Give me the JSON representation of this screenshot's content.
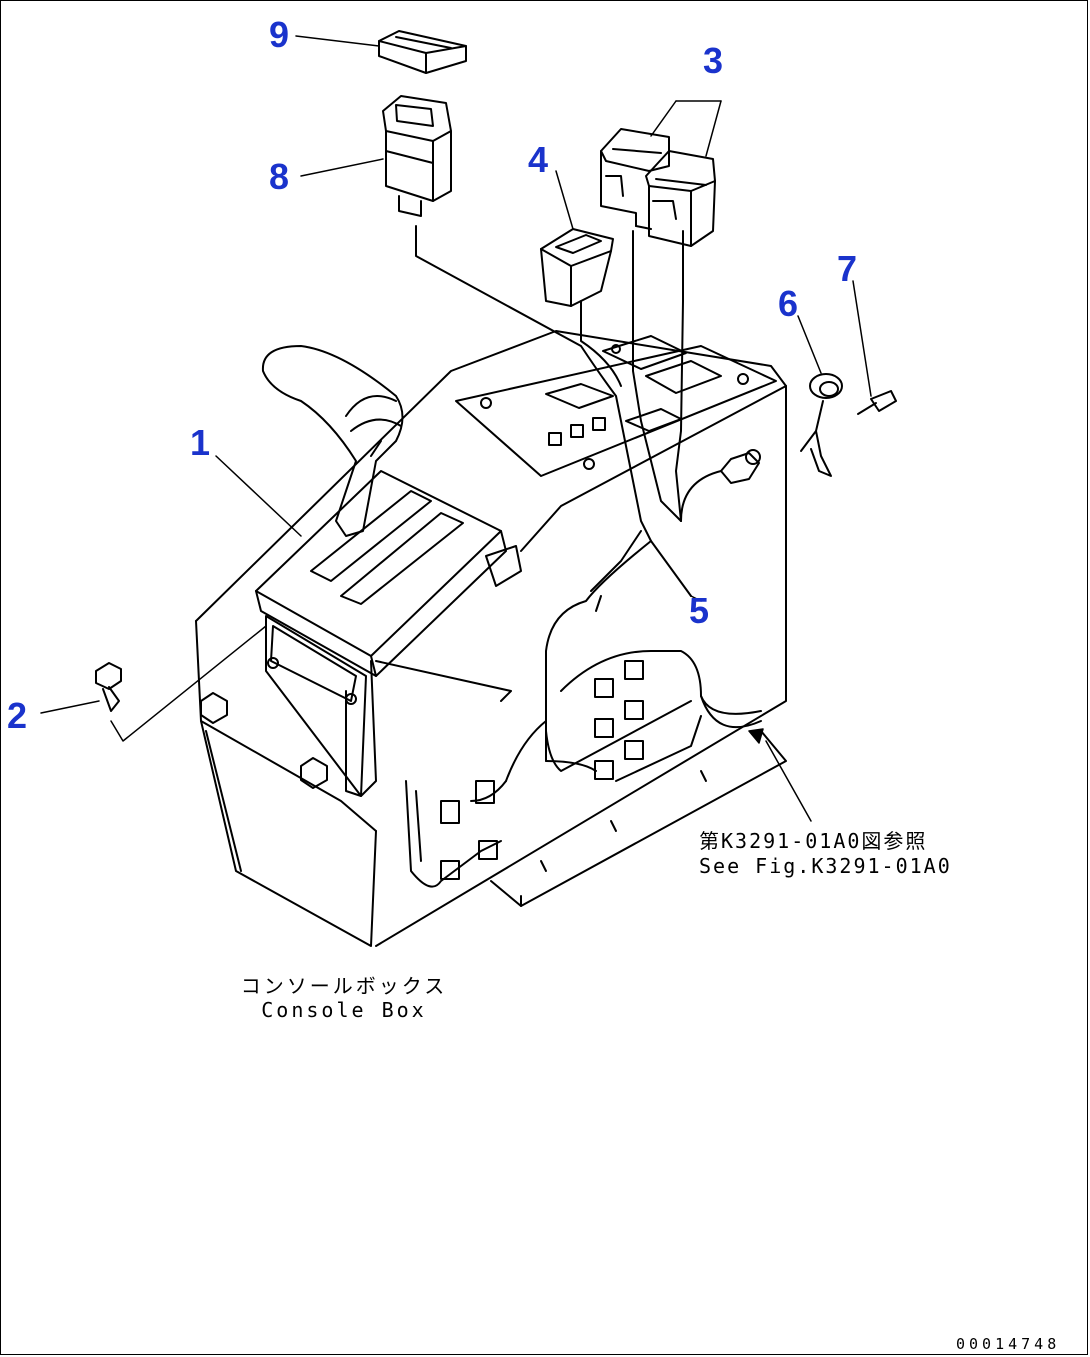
{
  "callouts": [
    {
      "id": "1",
      "label": "1"
    },
    {
      "id": "2",
      "label": "2"
    },
    {
      "id": "3",
      "label": "3"
    },
    {
      "id": "4",
      "label": "4"
    },
    {
      "id": "5",
      "label": "5"
    },
    {
      "id": "6",
      "label": "6"
    },
    {
      "id": "7",
      "label": "7"
    },
    {
      "id": "8",
      "label": "8"
    },
    {
      "id": "9",
      "label": "9"
    }
  ],
  "console_caption": {
    "jp": "コンソールボックス",
    "en": "Console Box"
  },
  "figure_reference": {
    "jp": "第K3291-01A0図参照",
    "en": "See Fig.K3291-01A0"
  },
  "drawing_number": "00014748",
  "colors": {
    "callout": "#1a33cc",
    "line": "#000000",
    "background": "#ffffff"
  }
}
